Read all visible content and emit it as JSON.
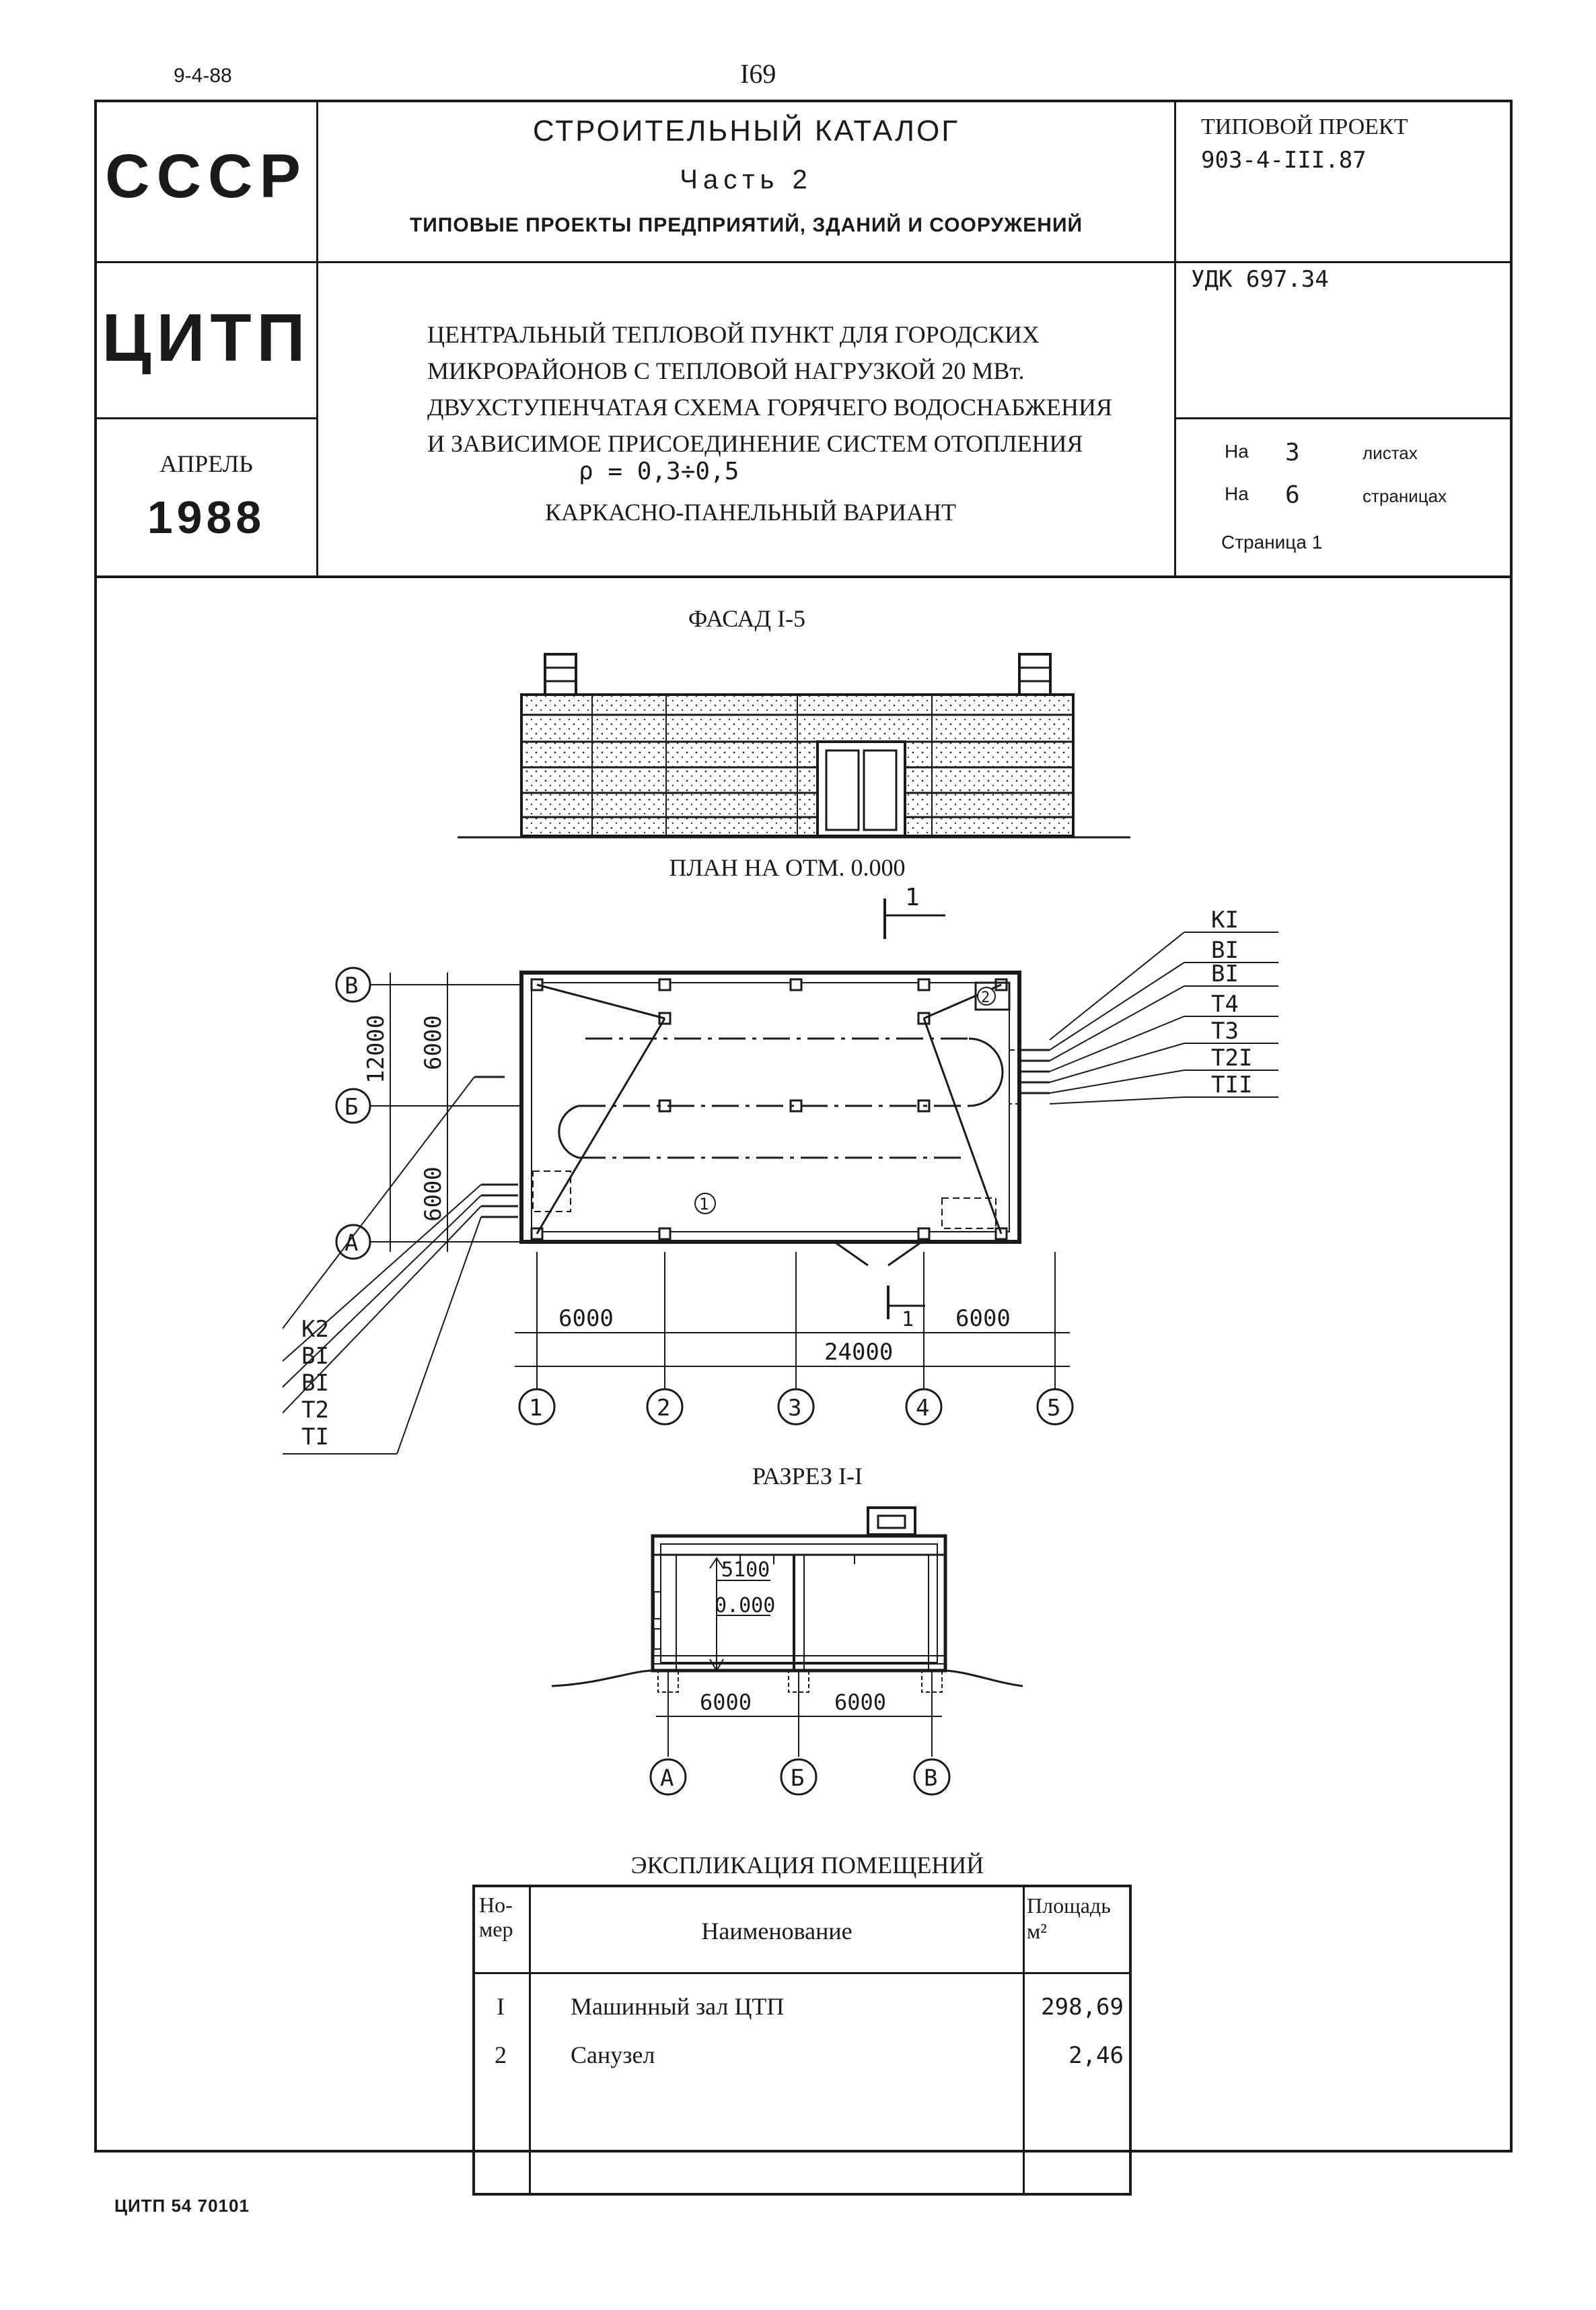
{
  "top": {
    "left_code": "9-4-88",
    "page_number": "I69"
  },
  "header": {
    "ussr": "СССР",
    "catalog_title": "СТРОИТЕЛЬНЫЙ КАТАЛОГ",
    "catalog_part": "Часть 2",
    "catalog_subtitle": "ТИПОВЫЕ ПРОЕКТЫ ПРЕДПРИЯТИЙ, ЗДАНИЙ И СООРУЖЕНИЙ",
    "project_label": "ТИПОВОЙ ПРОЕКТ",
    "project_number": "903-4-III.87",
    "citp": "ЦИТП",
    "udk": "УДК 697.34",
    "month": "АПРЕЛЬ",
    "year": "1988",
    "description": [
      "ЦЕНТРАЛЬНЫЙ ТЕПЛОВОЙ ПУНКТ ДЛЯ ГОРОДСКИХ",
      "МИКРОРАЙОНОВ С ТЕПЛОВОЙ НАГРУЗКОЙ 20 МВт.",
      "ДВУХСТУПЕНЧАТАЯ СХЕМА ГОРЯЧЕГО ВОДОСНАБЖЕНИЯ",
      "И ЗАВИСИМОЕ ПРИСОЕДИНЕНИЕ СИСТЕМ ОТОПЛЕНИЯ"
    ],
    "rho_formula": "ρ = 0,3÷0,5",
    "variant": "КАРКАСНО-ПАНЕЛЬНЫЙ ВАРИАНТ",
    "sheets_prefix": "На",
    "sheets_count": "3",
    "sheets_word": "листах",
    "pages_prefix": "На",
    "pages_count": "6",
    "pages_word": "страницах",
    "page_label": "Страница 1"
  },
  "drawings": {
    "facade_title": "ФАСАД I-5",
    "plan_title": "ПЛАН НА ОТМ. 0.000",
    "section_title": "РАЗРЕЗ I-I",
    "section_mark": "1",
    "axes_letters": [
      "В",
      "Б",
      "А"
    ],
    "axes_numbers": [
      "1",
      "2",
      "3",
      "4",
      "5"
    ],
    "dim_12000": "12000",
    "dim_6000": "6000",
    "dim_24000": "24000",
    "room_1": "1",
    "room_2": "2",
    "pipes_right": [
      "KI",
      "BI",
      "BI",
      "T4",
      "T3",
      "T2I",
      "TII"
    ],
    "pipes_left": [
      "K2",
      "BI",
      "BI",
      "T2",
      "TI"
    ],
    "elev_top": "5100",
    "elev_zero": "0.000"
  },
  "explication": {
    "title": "ЭКСПЛИКАЦИЯ ПОМЕЩЕНИЙ",
    "col_number": "Но- мер",
    "col_name": "Наименование",
    "col_area": "Площадь м²",
    "rows": [
      {
        "number": "I",
        "name": "Машинный зал ЦТП",
        "area": "298,69"
      },
      {
        "number": "2",
        "name": "Санузел",
        "area": "2,46"
      }
    ]
  },
  "footer": {
    "code": "ЦИТП 54 70101"
  }
}
